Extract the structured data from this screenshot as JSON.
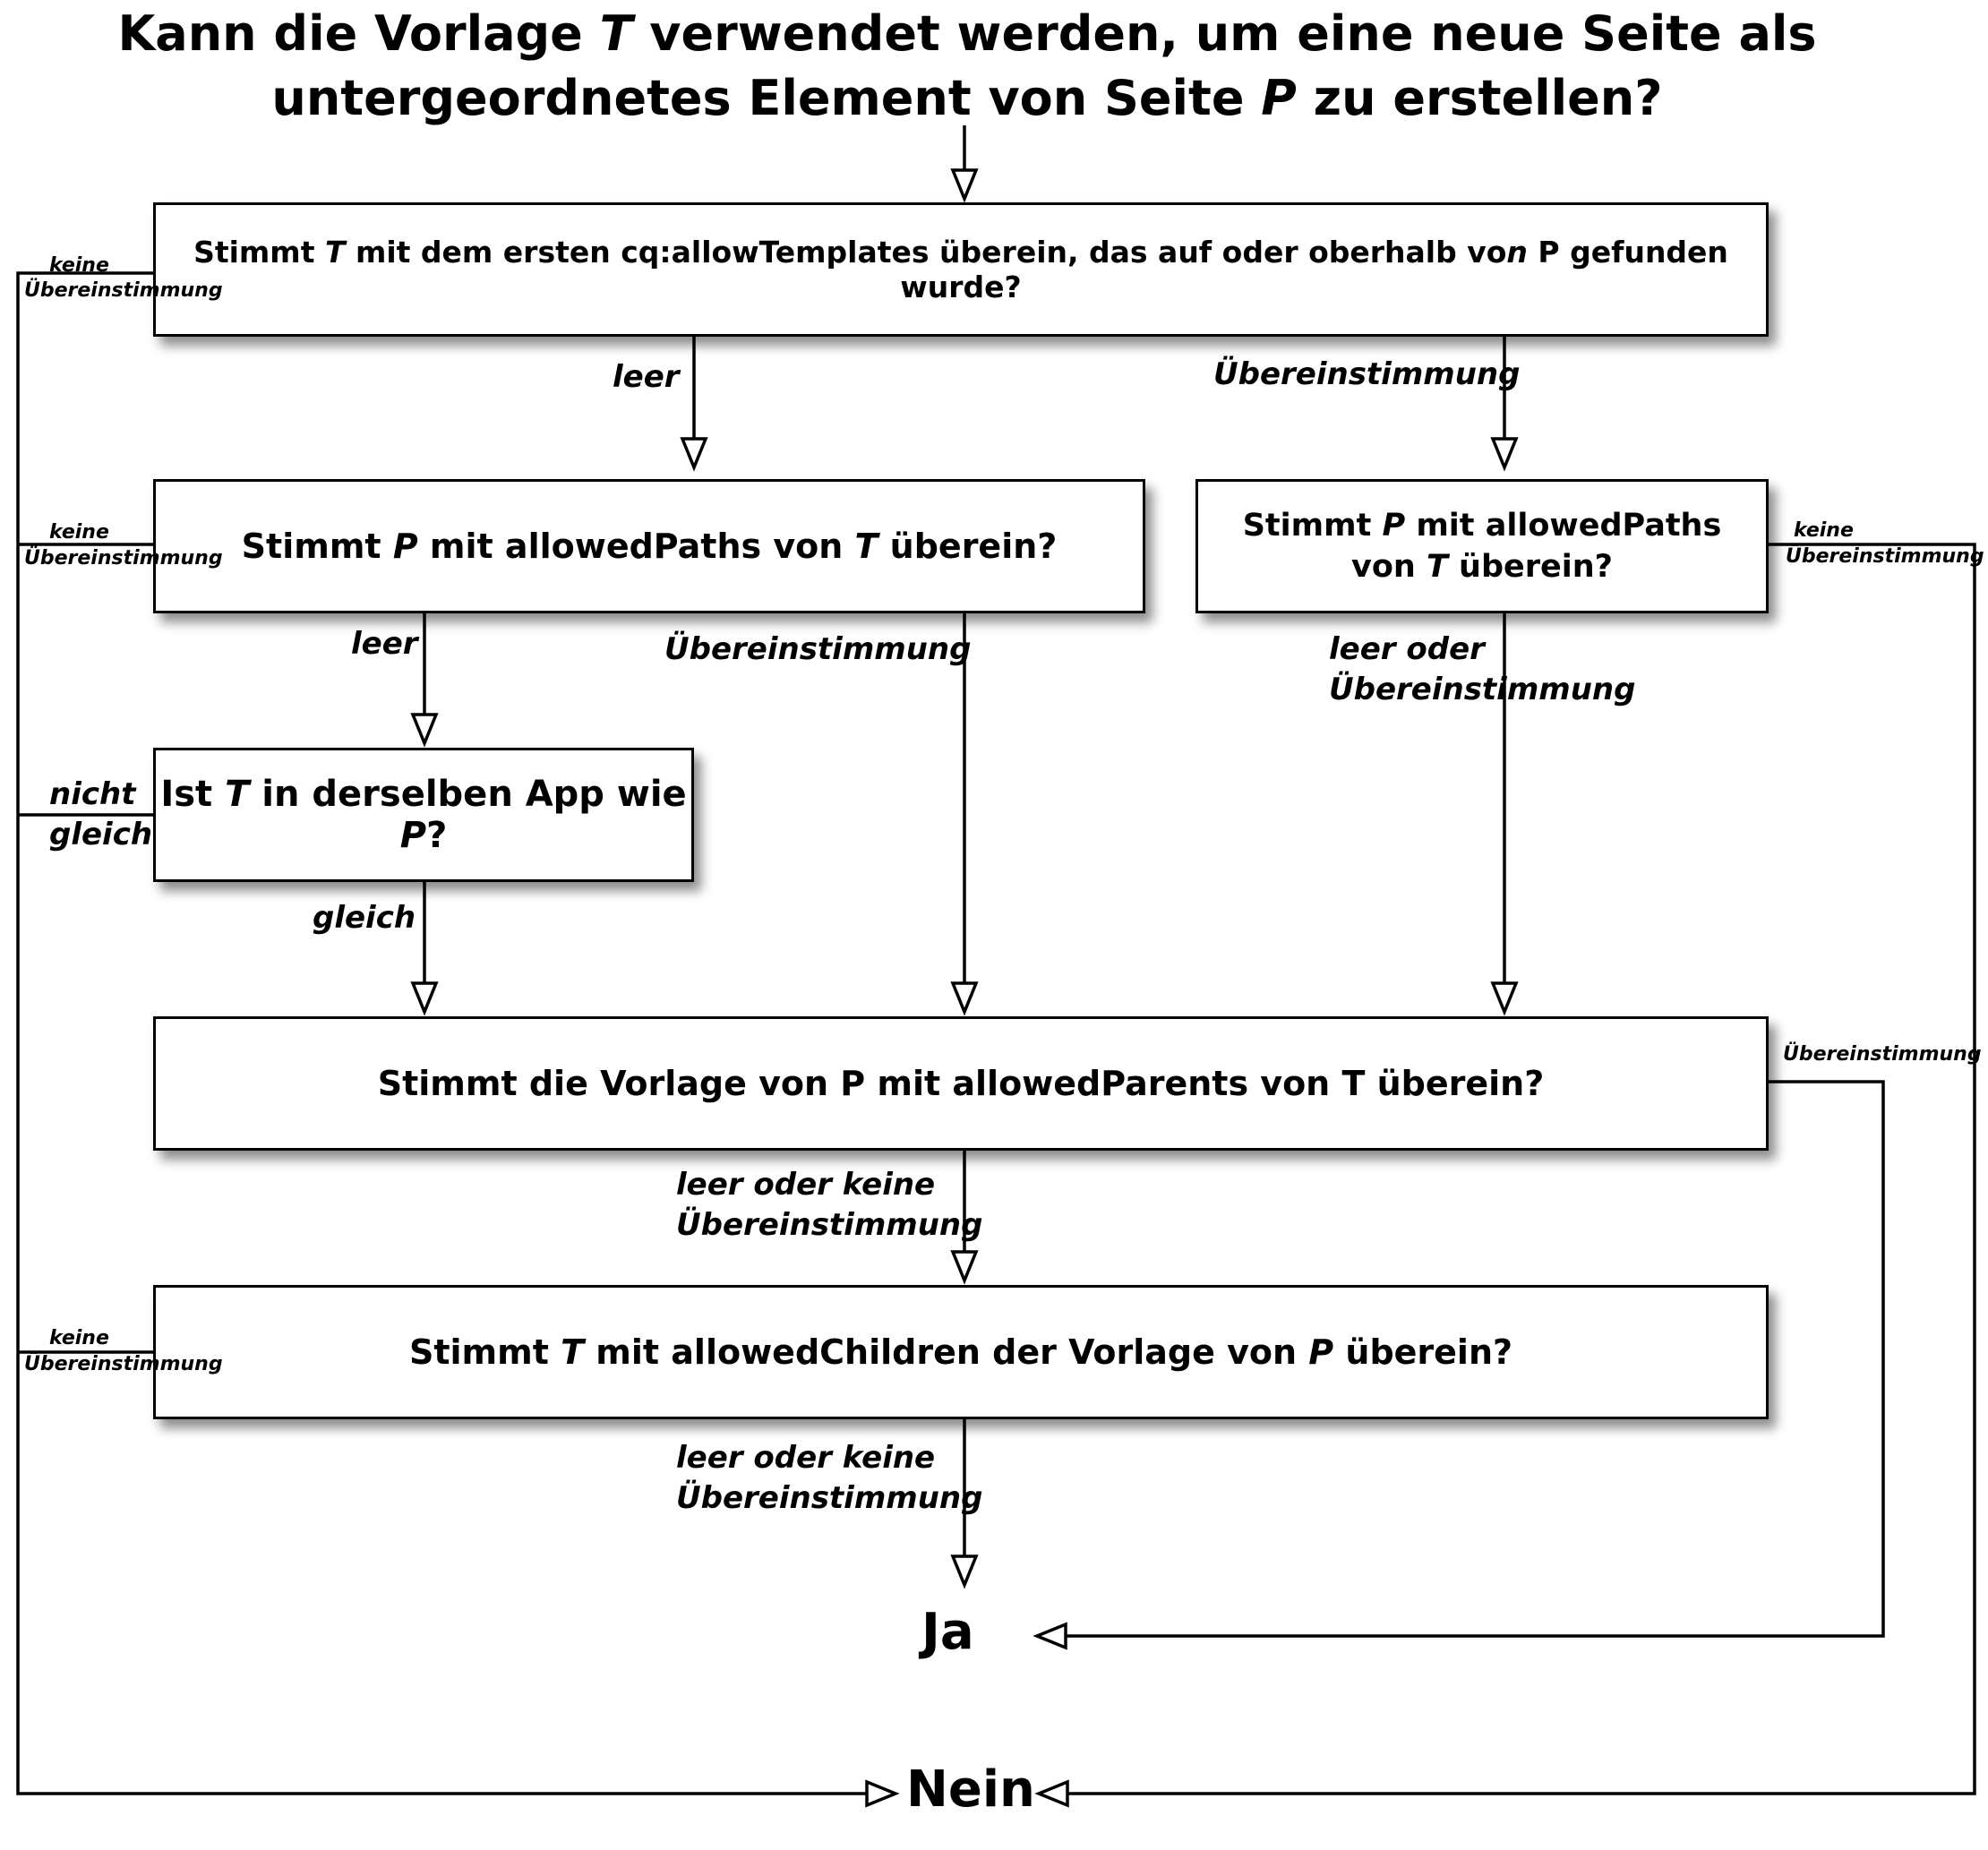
{
  "title": {
    "line1_pre": "Kann die Vorlage ",
    "line1_var": "T",
    "line1_post": " verwendet werden, um eine neue Seite als",
    "line2_pre": "untergeordnetes Element von Seite ",
    "line2_var": "P",
    "line2_post": " zu erstellen?"
  },
  "nodes": {
    "q1": {
      "a": "Stimmt ",
      "v1": "T",
      "b": " mit dem ersten cq:allowTemplates überein, das auf oder oberhalb vo",
      "v2": "n",
      "c": " P gefunden wurde?"
    },
    "q2": {
      "a": "Stimmt ",
      "v1": "P",
      "b": " mit allowedPaths von ",
      "v2": "T",
      "c": " überein?"
    },
    "q3": {
      "a": "Stimmt ",
      "v1": "P",
      "b": " mit allowedPaths",
      "b2": "von ",
      "v2": "T",
      "c": " überein?"
    },
    "q4": {
      "a": "Ist ",
      "v1": "T",
      "b": " in derselben App wie ",
      "v2": "P",
      "c": "?"
    },
    "q5": {
      "text": "Stimmt die Vorlage von P mit allowedParents von T überein?"
    },
    "q6": {
      "a": "Stimmt ",
      "v1": "T",
      "b": " mit allowedChildren der Vorlage von ",
      "v2": "P",
      "c": " überein?"
    }
  },
  "edge_labels": {
    "q1_empty": "leer",
    "q1_match": "Übereinstimmung",
    "q1_nomatch_1": "keine",
    "q1_nomatch_2": "Übereinstimmung",
    "q2_nomatch_1": "keine",
    "q2_nomatch_2": "Übereinstimmung",
    "q2_empty": "leer",
    "q2_match": "Übereinstimmung",
    "q3_nomatch_1": "keine",
    "q3_nomatch_2": "Übereinstimmung",
    "q3_empty_or_match_1": "leer oder",
    "q3_empty_or_match_2": "Übereinstimmung",
    "q4_notequal_1": "nicht",
    "q4_notequal_2": "gleich",
    "q4_equal": "gleich",
    "q5_match": "Übereinstimmung",
    "q5_empty_or_nomatch_1": "leer oder keine",
    "q5_empty_or_nomatch_2": "Übereinstimmung",
    "q6_nomatch_1": "keine",
    "q6_nomatch_2": "Übereinstimmung",
    "q6_empty_or_nomatch_1": "leer oder keine",
    "q6_empty_or_nomatch_2": "Übereinstimmung"
  },
  "terminals": {
    "yes": "Ja",
    "no": "Nein"
  }
}
